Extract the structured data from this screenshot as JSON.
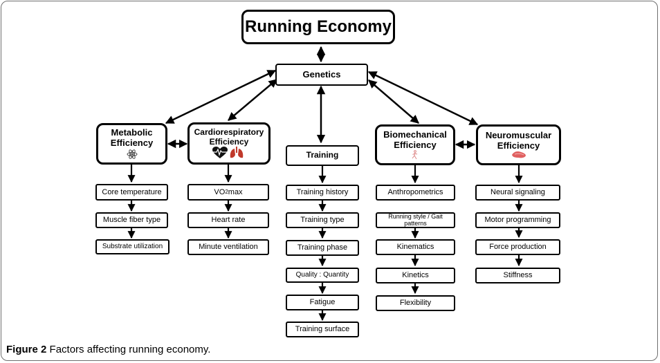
{
  "title": "Running Economy",
  "genetics": "Genetics",
  "training": "Training",
  "categories": {
    "metabolic": {
      "line1": "Metabolic",
      "line2": "Efficiency",
      "icon": "atom-icon"
    },
    "cardio": {
      "line1": "Cardiorespiratory",
      "line2": "Efficiency",
      "icon": "heart-lungs-icon"
    },
    "biomech": {
      "line1": "Biomechanical",
      "line2": "Efficiency",
      "icon": "runner-icon"
    },
    "neuro": {
      "line1": "Neuromuscular",
      "line2": "Efficiency",
      "icon": "muscle-icon"
    }
  },
  "metabolic_items": [
    "Core temperature",
    "Muscle fiber type",
    "Substrate utilization"
  ],
  "cardio_items": {
    "vo2_prefix": "VO",
    "vo2_sub": "2",
    "vo2_suffix": "max",
    "heart_rate": "Heart rate",
    "minute_ventilation": "Minute ventilation"
  },
  "training_items": [
    "Training history",
    "Training type",
    "Training phase",
    "Quality : Quantity",
    "Fatigue",
    "Training surface"
  ],
  "biomech_items": [
    "Anthropometrics",
    "Running style / Gait patterns",
    "Kinematics",
    "Kinetics",
    "Flexibility"
  ],
  "neuro_items": [
    "Neural signaling",
    "Motor programming",
    "Force production",
    "Stiffness"
  ],
  "caption": {
    "label": "Figure 2",
    "text": "Factors affecting running economy."
  },
  "colors": {
    "line": "#000000",
    "heart": "#111111",
    "lungs": "#c0392b",
    "muscle": "#e06060"
  }
}
